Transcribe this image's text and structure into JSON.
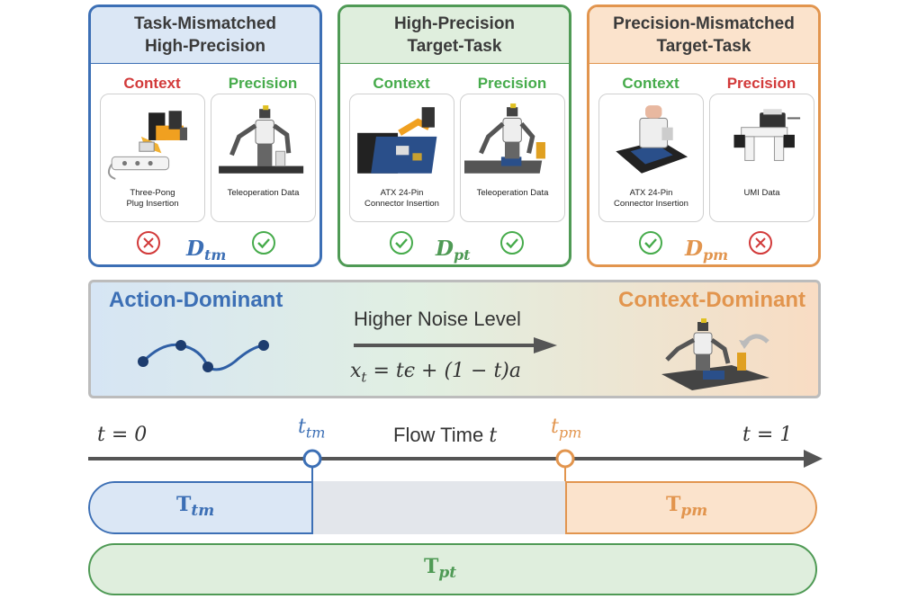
{
  "panels": [
    {
      "title_line1": "Task-Mismatched",
      "title_line2": "High-Precision",
      "left_label": "Context",
      "right_label": "Precision",
      "left_caption_1": "Three-Pong",
      "left_caption_2": "Plug Insertion",
      "right_caption_1": "Teleoperation Data",
      "right_caption_2": "",
      "left_status": "cross-icon",
      "right_status": "check-icon",
      "symbol_base": "D",
      "symbol_sub": "tm",
      "color": "#3c6fb5"
    },
    {
      "title_line1": "High-Precision",
      "title_line2": "Target-Task",
      "left_label": "Context",
      "right_label": "Precision",
      "left_caption_1": "ATX 24-Pin",
      "left_caption_2": "Connector Insertion",
      "right_caption_1": "Teleoperation Data",
      "right_caption_2": "",
      "left_status": "check-icon",
      "right_status": "check-icon",
      "symbol_base": "D",
      "symbol_sub": "pt",
      "color": "#4f9a55"
    },
    {
      "title_line1": "Precision-Mismatched",
      "title_line2": "Target-Task",
      "left_label": "Context",
      "right_label": "Precision",
      "left_caption_1": "ATX 24-Pin",
      "left_caption_2": "Connector Insertion",
      "right_caption_1": "UMI Data",
      "right_caption_2": "",
      "left_status": "check-icon",
      "right_status": "cross-icon",
      "symbol_base": "D",
      "symbol_sub": "pm",
      "color": "#e2954e"
    }
  ],
  "banner": {
    "left_title": "Action-Dominant",
    "right_title": "Context-Dominant",
    "arrow_label": "Higher Noise Level",
    "equation_lhs": "x",
    "equation_lhs_sub": "t",
    "equation_rhs": " = tϵ + (1 − t)a"
  },
  "axis": {
    "start_label": "t = 0",
    "end_label": "t = 1",
    "title_text": "Flow Time ",
    "title_var": "t",
    "tick1_base": "t",
    "tick1_sub": "tm",
    "tick2_base": "t",
    "tick2_sub": "pm"
  },
  "bars": {
    "left_base": "T",
    "left_sub": "tm",
    "right_base": "T",
    "right_sub": "pm",
    "bottom_base": "T",
    "bottom_sub": "pt"
  },
  "colors": {
    "blue": "#3c6fb5",
    "green": "#4f9a55",
    "orange": "#e2954e",
    "red": "#d23a3a",
    "check_green": "#46ab4b"
  }
}
